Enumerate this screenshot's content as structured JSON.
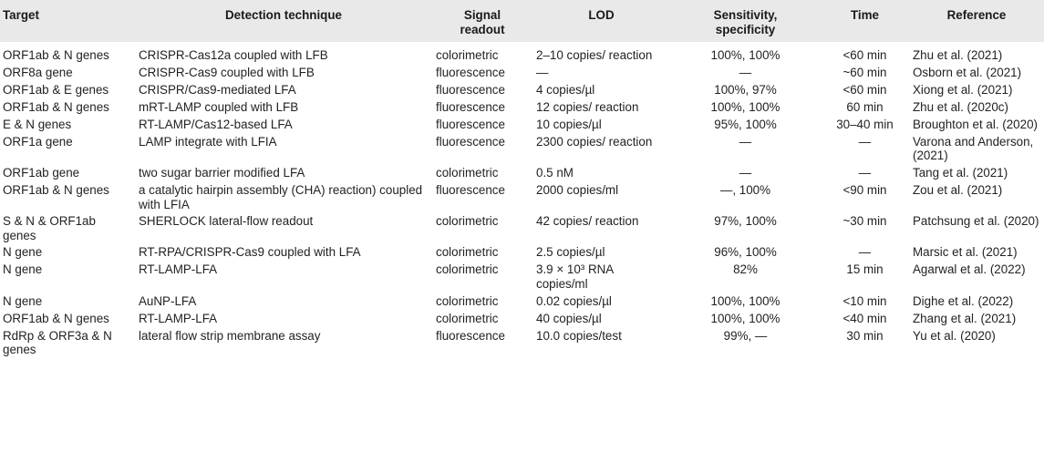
{
  "headers": {
    "target": "Target",
    "technique": "Detection technique",
    "signal_line1": "Signal",
    "signal_line2": "readout",
    "lod": "LOD",
    "sens_line1": "Sensitivity,",
    "sens_line2": "specificity",
    "time": "Time",
    "reference": "Reference"
  },
  "rows": [
    {
      "target": "ORF1ab & N genes",
      "technique": "CRISPR-Cas12a coupled with LFB",
      "signal": "colorimetric",
      "lod": "2–10 copies/ reaction",
      "sens": "100%, 100%",
      "time": "<60 min",
      "reference": "Zhu et al. (2021)"
    },
    {
      "target": "ORF8a gene",
      "technique": "CRISPR-Cas9 coupled with LFB",
      "signal": "fluorescence",
      "lod": "—",
      "sens": "—",
      "time": "~60 min",
      "reference": "Osborn et al. (2021)"
    },
    {
      "target": "ORF1ab & E genes",
      "technique": "CRISPR/Cas9-mediated LFA",
      "signal": "fluorescence",
      "lod": "4 copies/µl",
      "sens": "100%, 97%",
      "time": "<60 min",
      "reference": "Xiong et al. (2021)"
    },
    {
      "target": "ORF1ab & N genes",
      "technique": "mRT-LAMP coupled with LFB",
      "signal": "fluorescence",
      "lod": "12 copies/ reaction",
      "sens": "100%, 100%",
      "time": "60 min",
      "reference": "Zhu et al. (2020c)"
    },
    {
      "target": "E & N genes",
      "technique": "RT-LAMP/Cas12-based LFA",
      "signal": "fluorescence",
      "lod": "10 copies/µl",
      "sens": "95%, 100%",
      "time": "30–40 min",
      "reference": "Broughton et al. (2020)"
    },
    {
      "target": "ORF1a gene",
      "technique": "LAMP integrate with LFIA",
      "signal": "fluorescence",
      "lod": "2300 copies/ reaction",
      "sens": "—",
      "time": "—",
      "reference": "Varona and Anderson, (2021)"
    },
    {
      "target": "ORF1ab gene",
      "technique": "two sugar barrier modified LFA",
      "signal": "colorimetric",
      "lod": "0.5 nM",
      "sens": "—",
      "time": "—",
      "reference": "Tang et al. (2021)"
    },
    {
      "target": "ORF1ab & N genes",
      "technique": "a catalytic hairpin assembly (CHA) reaction) coupled with LFIA",
      "signal": "fluorescence",
      "lod": "2000 copies/ml",
      "sens": "—, 100%",
      "time": "<90 min",
      "reference": "Zou et al. (2021)"
    },
    {
      "target": "S & N & ORF1ab genes",
      "technique": "SHERLOCK lateral-flow readout",
      "signal": "colorimetric",
      "lod": "42 copies/ reaction",
      "sens": "97%, 100%",
      "time": "~30 min",
      "reference": "Patchsung et al. (2020)"
    },
    {
      "target": "N gene",
      "technique": "RT-RPA/CRISPR-Cas9 coupled with LFA",
      "signal": "colorimetric",
      "lod": "2.5 copies/µl",
      "sens": "96%, 100%",
      "time": "—",
      "reference": "Marsic et al. (2021)"
    },
    {
      "target": "N gene",
      "technique": "RT-LAMP-LFA",
      "signal": "colorimetric",
      "lod": "3.9 × 10³ RNA copies/ml",
      "sens": "82%",
      "time": "15 min",
      "reference": "Agarwal et al. (2022)"
    },
    {
      "target": "N gene",
      "technique": "AuNP-LFA",
      "signal": "colorimetric",
      "lod": "0.02 copies/µl",
      "sens": "100%, 100%",
      "time": "<10 min",
      "reference": "Dighe et al. (2022)"
    },
    {
      "target": "ORF1ab & N genes",
      "technique": "RT-LAMP-LFA",
      "signal": "colorimetric",
      "lod": "40 copies/µl",
      "sens": "100%, 100%",
      "time": "<40 min",
      "reference": "Zhang et al. (2021)"
    },
    {
      "target": "RdRp & ORF3a & N genes",
      "technique": "lateral flow strip membrane assay",
      "signal": "fluorescence",
      "lod": "10.0 copies/test",
      "sens": "99%, —",
      "time": "30 min",
      "reference": "Yu et al. (2020)"
    }
  ]
}
